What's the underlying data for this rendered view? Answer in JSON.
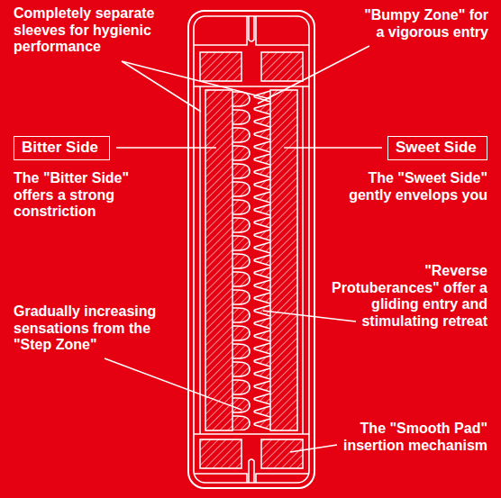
{
  "diagram": {
    "nodes": [
      {
        "text": [
          "Bitter Side"
        ]
      },
      {
        "text": [
          "Sweet Side"
        ]
      }
    ],
    "labels": [
      "Completely separate sleeves for hygienic performance",
      "\"Bumpy Zone\" for a vigorous entry",
      "The \"Bitter Side\" offers a strong constriction",
      "The \"Sweet Side\" gently envelops you",
      "\"Reverse Protuberances\" offer a gliding entry and stimulating retreat",
      "Gradually increasing sensations from the \"Step Zone\"",
      "The \"Smooth Pad\" insertion mechanism"
    ]
  }
}
